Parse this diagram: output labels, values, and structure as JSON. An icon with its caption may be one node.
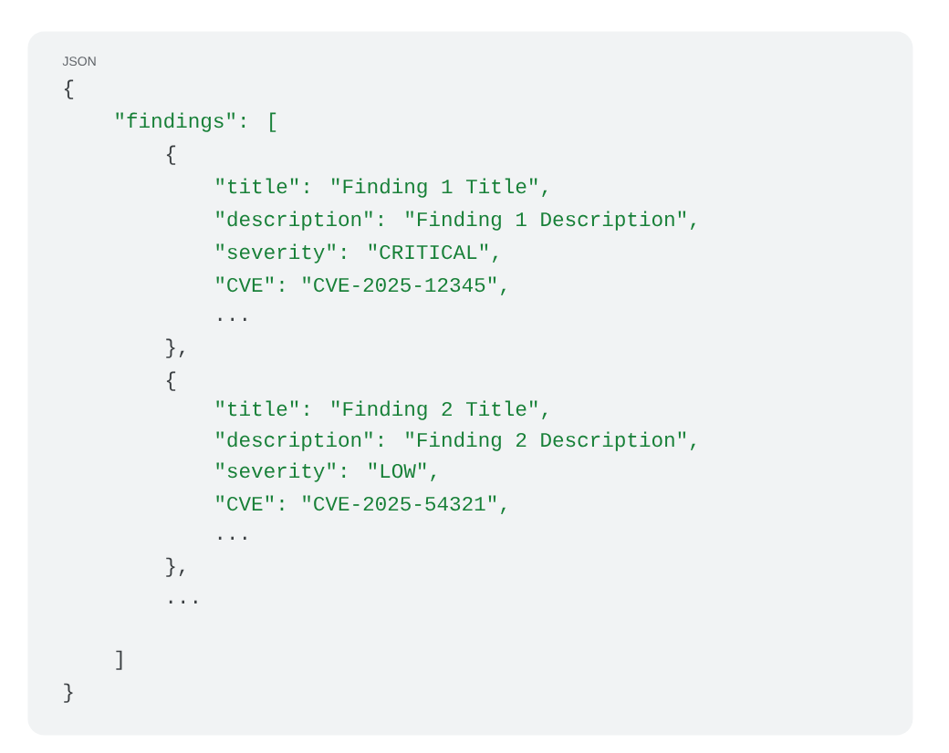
{
  "diagram": {
    "nodes": [
      {
        "text": [
          "JSON"
        ]
      }
    ],
    "labels": [
      "{",
      "\"findings\": [",
      "{",
      "\"title\": \"Finding 1 Title\",",
      "\"description\": \"Finding 1 Description\",",
      "\"severity\": \"CRITICAL\",",
      "\"CVE\": \"CVE-2025-12345\",",
      "...",
      "},",
      "{",
      "\"title\": \"Finding 2 Title\",",
      "\"description\": \"Finding 2 Description\",",
      "\"severity\": \"LOW\",",
      "\"CVE\": \"CVE-2025-54321\",",
      "...",
      "},",
      "...",
      "]",
      "}"
    ]
  }
}
